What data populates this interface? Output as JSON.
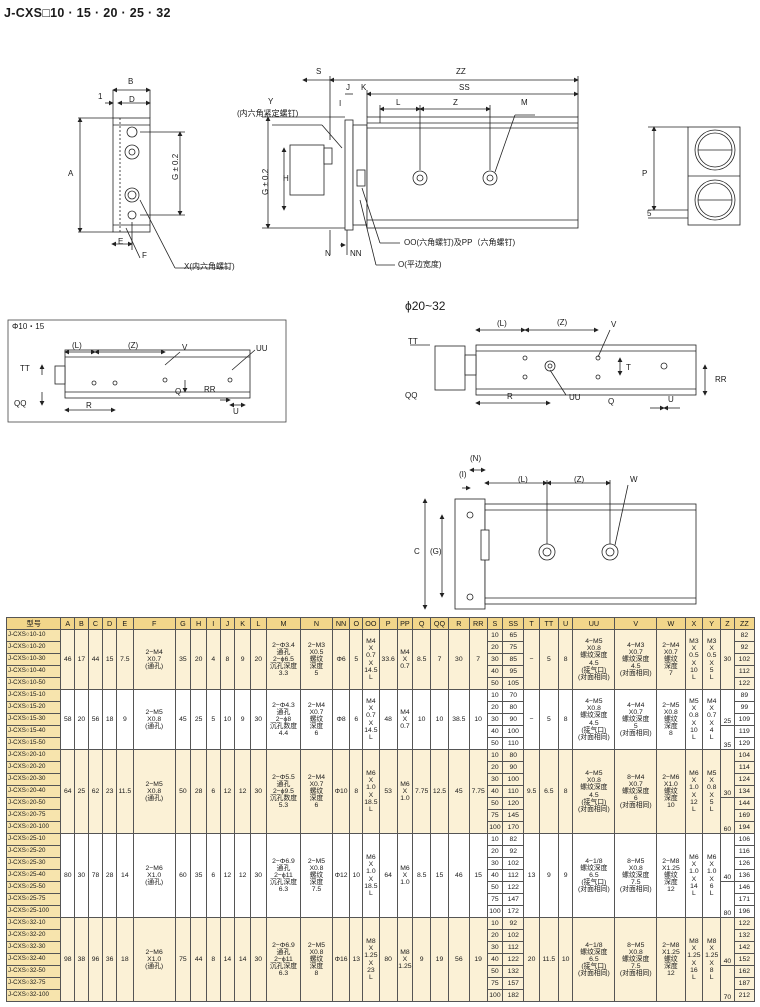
{
  "title": "J-CXS□10 · 15 · 20 · 25 · 32",
  "labels": {
    "d1_A": "A",
    "d1_B": "B",
    "d1_1": "1",
    "d1_D": "D",
    "d1_G": "G ± 0.2",
    "d1_E": "E",
    "d1_F": "F",
    "d1_X": "X(内六角螺钉)",
    "d2_S": "S",
    "d2_ZZ": "ZZ",
    "d2_Y": "Y",
    "d2_Ycn": "(内六角紧定螺钉)",
    "d2_I": "I",
    "d2_J": "J",
    "d2_K": "K",
    "d2_SS": "SS",
    "d2_L": "L",
    "d2_Z": "Z",
    "d2_M": "M",
    "d2_G": "G ± 0.2",
    "d2_H": "H",
    "d2_N": "N",
    "d2_NN": "NN",
    "d2_OO": "OO(六角螺钉)及PP（六角螺钉)",
    "d2_O": "O(平边宽度)",
    "d3_P": "P",
    "d3_5": "5",
    "s_phi1015": "Φ10・15",
    "s_L": "(L)",
    "s_Z": "(Z)",
    "s_V": "V",
    "s_UU": "UU",
    "s_TT": "TT",
    "s_QQ": "QQ",
    "s_R": "R",
    "s_Q": "Q",
    "s_RR": "RR",
    "s_U": "U",
    "b_phi2032": "ϕ20~32",
    "b_L": "(L)",
    "b_Z": "(Z)",
    "b_V": "V",
    "b_TT": "TT",
    "b_T": "T",
    "b_RR": "RR",
    "b_QQ": "QQ",
    "b_R": "R",
    "b_UU": "UU",
    "b_Q": "Q",
    "b_U": "U",
    "c_N": "(N)",
    "c_I": "(I)",
    "c_L": "(L)",
    "c_Z": "(Z)",
    "c_W": "W",
    "c_C": "C",
    "c_G": "(G)"
  },
  "table": {
    "headers": [
      "型号",
      "A",
      "B",
      "C",
      "D",
      "E",
      "F",
      "G",
      "H",
      "I",
      "J",
      "K",
      "L",
      "M",
      "N",
      "NN",
      "O",
      "OO",
      "P",
      "PP",
      "Q",
      "QQ",
      "R",
      "RR",
      "S",
      "SS",
      "T",
      "TT",
      "U",
      "UU",
      "V",
      "W",
      "X",
      "Y",
      "Z",
      "ZZ"
    ],
    "groups": [
      {
        "models": [
          "J-CXS○10-10",
          "J-CXS○10-20",
          "J-CXS○10-30",
          "J-CXS○10-40",
          "J-CXS○10-50"
        ],
        "A": "46",
        "B": "17",
        "C": "44",
        "D": "15",
        "E": "7.5",
        "F": [
          "2−M4",
          "X0.7",
          "(通孔)"
        ],
        "G": "35",
        "H": "20",
        "I": "4",
        "J": "8",
        "K": "9",
        "L": "20",
        "M": [
          "2−Φ3.4",
          "通孔",
          "2−ϕ6.5",
          "沉孔深度",
          "3.3"
        ],
        "N": [
          "2−M3",
          "X0.5",
          "螺纹",
          "深度",
          "5"
        ],
        "NN": "Φ6",
        "O": "5",
        "OO": [
          "M4",
          "X",
          "0.7",
          "X",
          "14.5",
          "L"
        ],
        "P": "33.6",
        "PP": [
          "M4",
          "X",
          "0.7"
        ],
        "Q": "8.5",
        "QQ": "7",
        "R": "30",
        "RR": "7",
        "S": [
          "10",
          "20",
          "30",
          "40",
          "50"
        ],
        "SS": [
          "65",
          "75",
          "85",
          "95",
          "105"
        ],
        "T": "−",
        "TT": "5",
        "U": "8",
        "UU": [
          "4−M5",
          "X0.8",
          "螺纹深度",
          "4.5",
          "(接气口)",
          "(对面相同)"
        ],
        "V": [
          "4−M3",
          "X0.7",
          "螺纹深度",
          "4.5",
          "(对面相同)"
        ],
        "W": [
          "2−M4",
          "X0.7",
          "螺纹",
          "深度",
          "7"
        ],
        "X": [
          "M3",
          "X",
          "0.5",
          "X",
          "10",
          "L"
        ],
        "Y": [
          "M3",
          "X",
          "0.5",
          "X",
          "5",
          "L"
        ],
        "Z": "30",
        "ZZ": [
          "82",
          "92",
          "102",
          "112",
          "122"
        ]
      },
      {
        "models": [
          "J-CXS○15-10",
          "J-CXS○15-20",
          "J-CXS○15-30",
          "J-CXS○15-40",
          "J-CXS○15-50"
        ],
        "A": "58",
        "B": "20",
        "C": "56",
        "D": "18",
        "E": "9",
        "F": [
          "2−M5",
          "X0.8",
          "(通孔)"
        ],
        "G": "45",
        "H": "25",
        "I": "5",
        "J": "10",
        "K": "9",
        "L": "30",
        "M": [
          "2−Φ4.3",
          "通孔",
          "2−ϕ8",
          "沉孔数度",
          "4.4"
        ],
        "N": [
          "2−M4",
          "X0.7",
          "螺纹",
          "深度",
          "6"
        ],
        "NN": "Φ8",
        "O": "6",
        "OO": [
          "M4",
          "X",
          "0.7",
          "X",
          "14.5",
          "L"
        ],
        "P": "48",
        "PP": [
          "M4",
          "X",
          "0.7"
        ],
        "Q": "10",
        "QQ": "10",
        "R": "38.5",
        "RR": "10",
        "S": [
          "10",
          "20",
          "30",
          "40",
          "50"
        ],
        "SS": [
          "70",
          "80",
          "90",
          "100",
          "110"
        ],
        "T": "−",
        "TT": "5",
        "U": "8",
        "UU": [
          "4−M5",
          "X0.8",
          "螺纹深度",
          "4.5",
          "(接气口)",
          "(对面相同)"
        ],
        "V": [
          "4−M4",
          "X0.7",
          "螺纹深度",
          "5",
          "(对面相同)"
        ],
        "W": [
          "2−M5",
          "X0.8",
          "螺纹",
          "深度",
          "8"
        ],
        "X": [
          "M5",
          "X",
          "0.8",
          "X",
          "10",
          "L"
        ],
        "Y": [
          "M4",
          "X",
          "0.7",
          "X",
          "4",
          "L"
        ],
        "Z": [
          "25",
          "35"
        ],
        "ZZ": [
          "89",
          "99",
          "109",
          "119",
          "129"
        ]
      },
      {
        "models": [
          "J-CXS○20-10",
          "J-CXS○20-20",
          "J-CXS○20-30",
          "J-CXS○20-40",
          "J-CXS○20-50",
          "J-CXS○20-75",
          "J-CXS○20-100"
        ],
        "A": "64",
        "B": "25",
        "C": "62",
        "D": "23",
        "E": "11.5",
        "F": [
          "2−M5",
          "X0.8",
          "(通孔)"
        ],
        "G": "50",
        "H": "28",
        "I": "6",
        "J": "12",
        "K": "12",
        "L": "30",
        "M": [
          "2−Φ5.5",
          "通孔",
          "2−ϕ9.5",
          "沉孔数度",
          "5.3"
        ],
        "N": [
          "2−M4",
          "X0.7",
          "螺纹",
          "深度",
          "6"
        ],
        "NN": "Φ10",
        "O": "8",
        "OO": [
          "M6",
          "X",
          "1.0",
          "X",
          "18.5",
          "L"
        ],
        "P": "53",
        "PP": [
          "M6",
          "X",
          "1.0"
        ],
        "Q": "7.75",
        "QQ": "12.5",
        "R": "45",
        "RR": "7.75",
        "S": [
          "10",
          "20",
          "30",
          "40",
          "50",
          "75",
          "100"
        ],
        "SS": [
          "80",
          "90",
          "100",
          "110",
          "120",
          "145",
          "170"
        ],
        "T": "9.5",
        "TT": "6.5",
        "U": "8",
        "UU": [
          "4−M5",
          "X0.8",
          "螺纹深度",
          "4.5",
          "(接气口)",
          "(对面相同)"
        ],
        "V": [
          "8−M4",
          "X0.7",
          "螺纹深度",
          "6",
          "(对面相同)"
        ],
        "W": [
          "2−M6",
          "X1.0",
          "螺纹",
          "深度",
          "10"
        ],
        "X": [
          "M6",
          "X",
          "1.0",
          "X",
          "12",
          "L"
        ],
        "Y": [
          "M5",
          "X",
          "0.8",
          "X",
          "5",
          "L"
        ],
        "Z": [
          "30",
          "60"
        ],
        "ZZ": [
          "104",
          "114",
          "124",
          "134",
          "144",
          "169",
          "194"
        ]
      },
      {
        "models": [
          "J-CXS○25-10",
          "J-CXS○25-20",
          "J-CXS○25-30",
          "J-CXS○25-40",
          "J-CXS○25-50",
          "J-CXS○25-75",
          "J-CXS○25-100"
        ],
        "A": "80",
        "B": "30",
        "C": "78",
        "D": "28",
        "E": "14",
        "F": [
          "2−M6",
          "X1.0",
          "(通孔)"
        ],
        "G": "60",
        "H": "35",
        "I": "6",
        "J": "12",
        "K": "12",
        "L": "30",
        "M": [
          "2−Φ6.9",
          "通孔",
          "2−ϕ11",
          "沉孔深度",
          "6.3"
        ],
        "N": [
          "2−M5",
          "X0.8",
          "螺纹",
          "深度",
          "7.5"
        ],
        "NN": "Φ12",
        "O": "10",
        "OO": [
          "M6",
          "X",
          "1.0",
          "X",
          "18.5",
          "L"
        ],
        "P": "64",
        "PP": [
          "M6",
          "X",
          "1.0"
        ],
        "Q": "8.5",
        "QQ": "15",
        "R": "46",
        "RR": "15",
        "S": [
          "10",
          "20",
          "30",
          "40",
          "50",
          "75",
          "100"
        ],
        "SS": [
          "82",
          "92",
          "102",
          "112",
          "122",
          "147",
          "172"
        ],
        "T": "13",
        "TT": "9",
        "U": "9",
        "UU": [
          "4−1/8",
          "螺纹深度",
          "6.5",
          "(接气口)",
          "(对面相同)"
        ],
        "V": [
          "8−M5",
          "X0.8",
          "螺纹深度",
          "7.5",
          "(对面相同)"
        ],
        "W": [
          "2−M8",
          "X1.25",
          "螺纹",
          "深度",
          "12"
        ],
        "X": [
          "M6",
          "X",
          "1.0",
          "X",
          "14",
          "L"
        ],
        "Y": [
          "M6",
          "X",
          "1.0",
          "X",
          "6",
          "L"
        ],
        "Z": [
          "40",
          "80"
        ],
        "ZZ": [
          "106",
          "116",
          "126",
          "136",
          "146",
          "171",
          "196"
        ]
      },
      {
        "models": [
          "J-CXS○32-10",
          "J-CXS○32-20",
          "J-CXS○32-30",
          "J-CXS○32-40",
          "J-CXS○32-50",
          "J-CXS○32-75",
          "J-CXS○32-100"
        ],
        "A": "98",
        "B": "38",
        "C": "96",
        "D": "36",
        "E": "18",
        "F": [
          "2−M6",
          "X1.0",
          "(通孔)"
        ],
        "G": "75",
        "H": "44",
        "I": "8",
        "J": "14",
        "K": "14",
        "L": "30",
        "M": [
          "2−Φ6.9",
          "通孔",
          "2−ϕ11",
          "沉孔深度",
          "6.3"
        ],
        "N": [
          "2−M5",
          "X0.8",
          "螺纹",
          "深度",
          "8"
        ],
        "NN": "Φ16",
        "O": "13",
        "OO": [
          "M8",
          "X",
          "1.25",
          "X",
          "23",
          "L"
        ],
        "P": "80",
        "PP": [
          "M8",
          "X",
          "1.25"
        ],
        "Q": "9",
        "QQ": "19",
        "R": "56",
        "RR": "19",
        "S": [
          "10",
          "20",
          "30",
          "40",
          "50",
          "75",
          "100"
        ],
        "SS": [
          "92",
          "102",
          "112",
          "122",
          "132",
          "157",
          "182"
        ],
        "T": "20",
        "TT": "11.5",
        "U": "10",
        "UU": [
          "4−1/8",
          "螺纹深度",
          "6.5",
          "(接气口)",
          "(对面相同)"
        ],
        "V": [
          "8−M5",
          "X0.8",
          "螺纹深度",
          "7.5",
          "(对面相同)"
        ],
        "W": [
          "2−M8",
          "X1.25",
          "螺纹",
          "深度",
          "12"
        ],
        "X": [
          "M8",
          "X",
          "1.25",
          "X",
          "16",
          "L"
        ],
        "Y": [
          "M8",
          "X",
          "1.25",
          "X",
          "8",
          "L"
        ],
        "Z": [
          "40",
          "70"
        ],
        "ZZ": [
          "122",
          "132",
          "142",
          "152",
          "162",
          "187",
          "212"
        ]
      }
    ]
  }
}
